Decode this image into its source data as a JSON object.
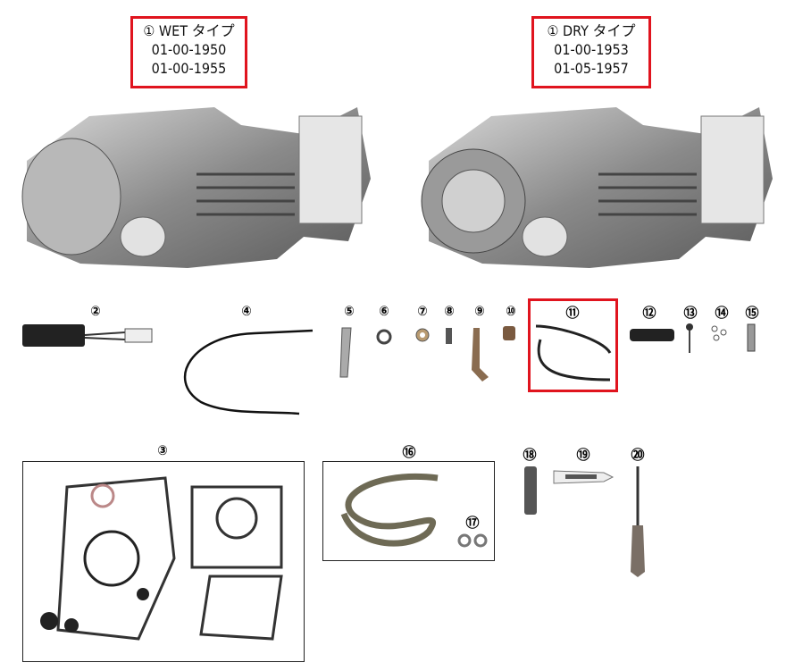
{
  "engines": [
    {
      "title": "① WET タイプ",
      "part_numbers": [
        "01-00-1950",
        "01-00-1955"
      ]
    },
    {
      "title": "① DRY タイプ",
      "part_numbers": [
        "01-00-1953",
        "01-05-1957"
      ]
    }
  ],
  "part_labels": {
    "p2": "②",
    "p3": "③",
    "p4": "④",
    "p5": "⑤",
    "p6": "⑥",
    "p7": "⑦",
    "p8": "⑧",
    "p9": "⑨",
    "p10": "⑩",
    "p11": "⑪",
    "p12": "⑫",
    "p13": "⑬",
    "p14": "⑭",
    "p15": "⑮",
    "p16": "⑯",
    "p17": "⑰",
    "p18": "⑱",
    "p19": "⑲",
    "p20": "⑳"
  },
  "highlight_color": "#e0141e"
}
